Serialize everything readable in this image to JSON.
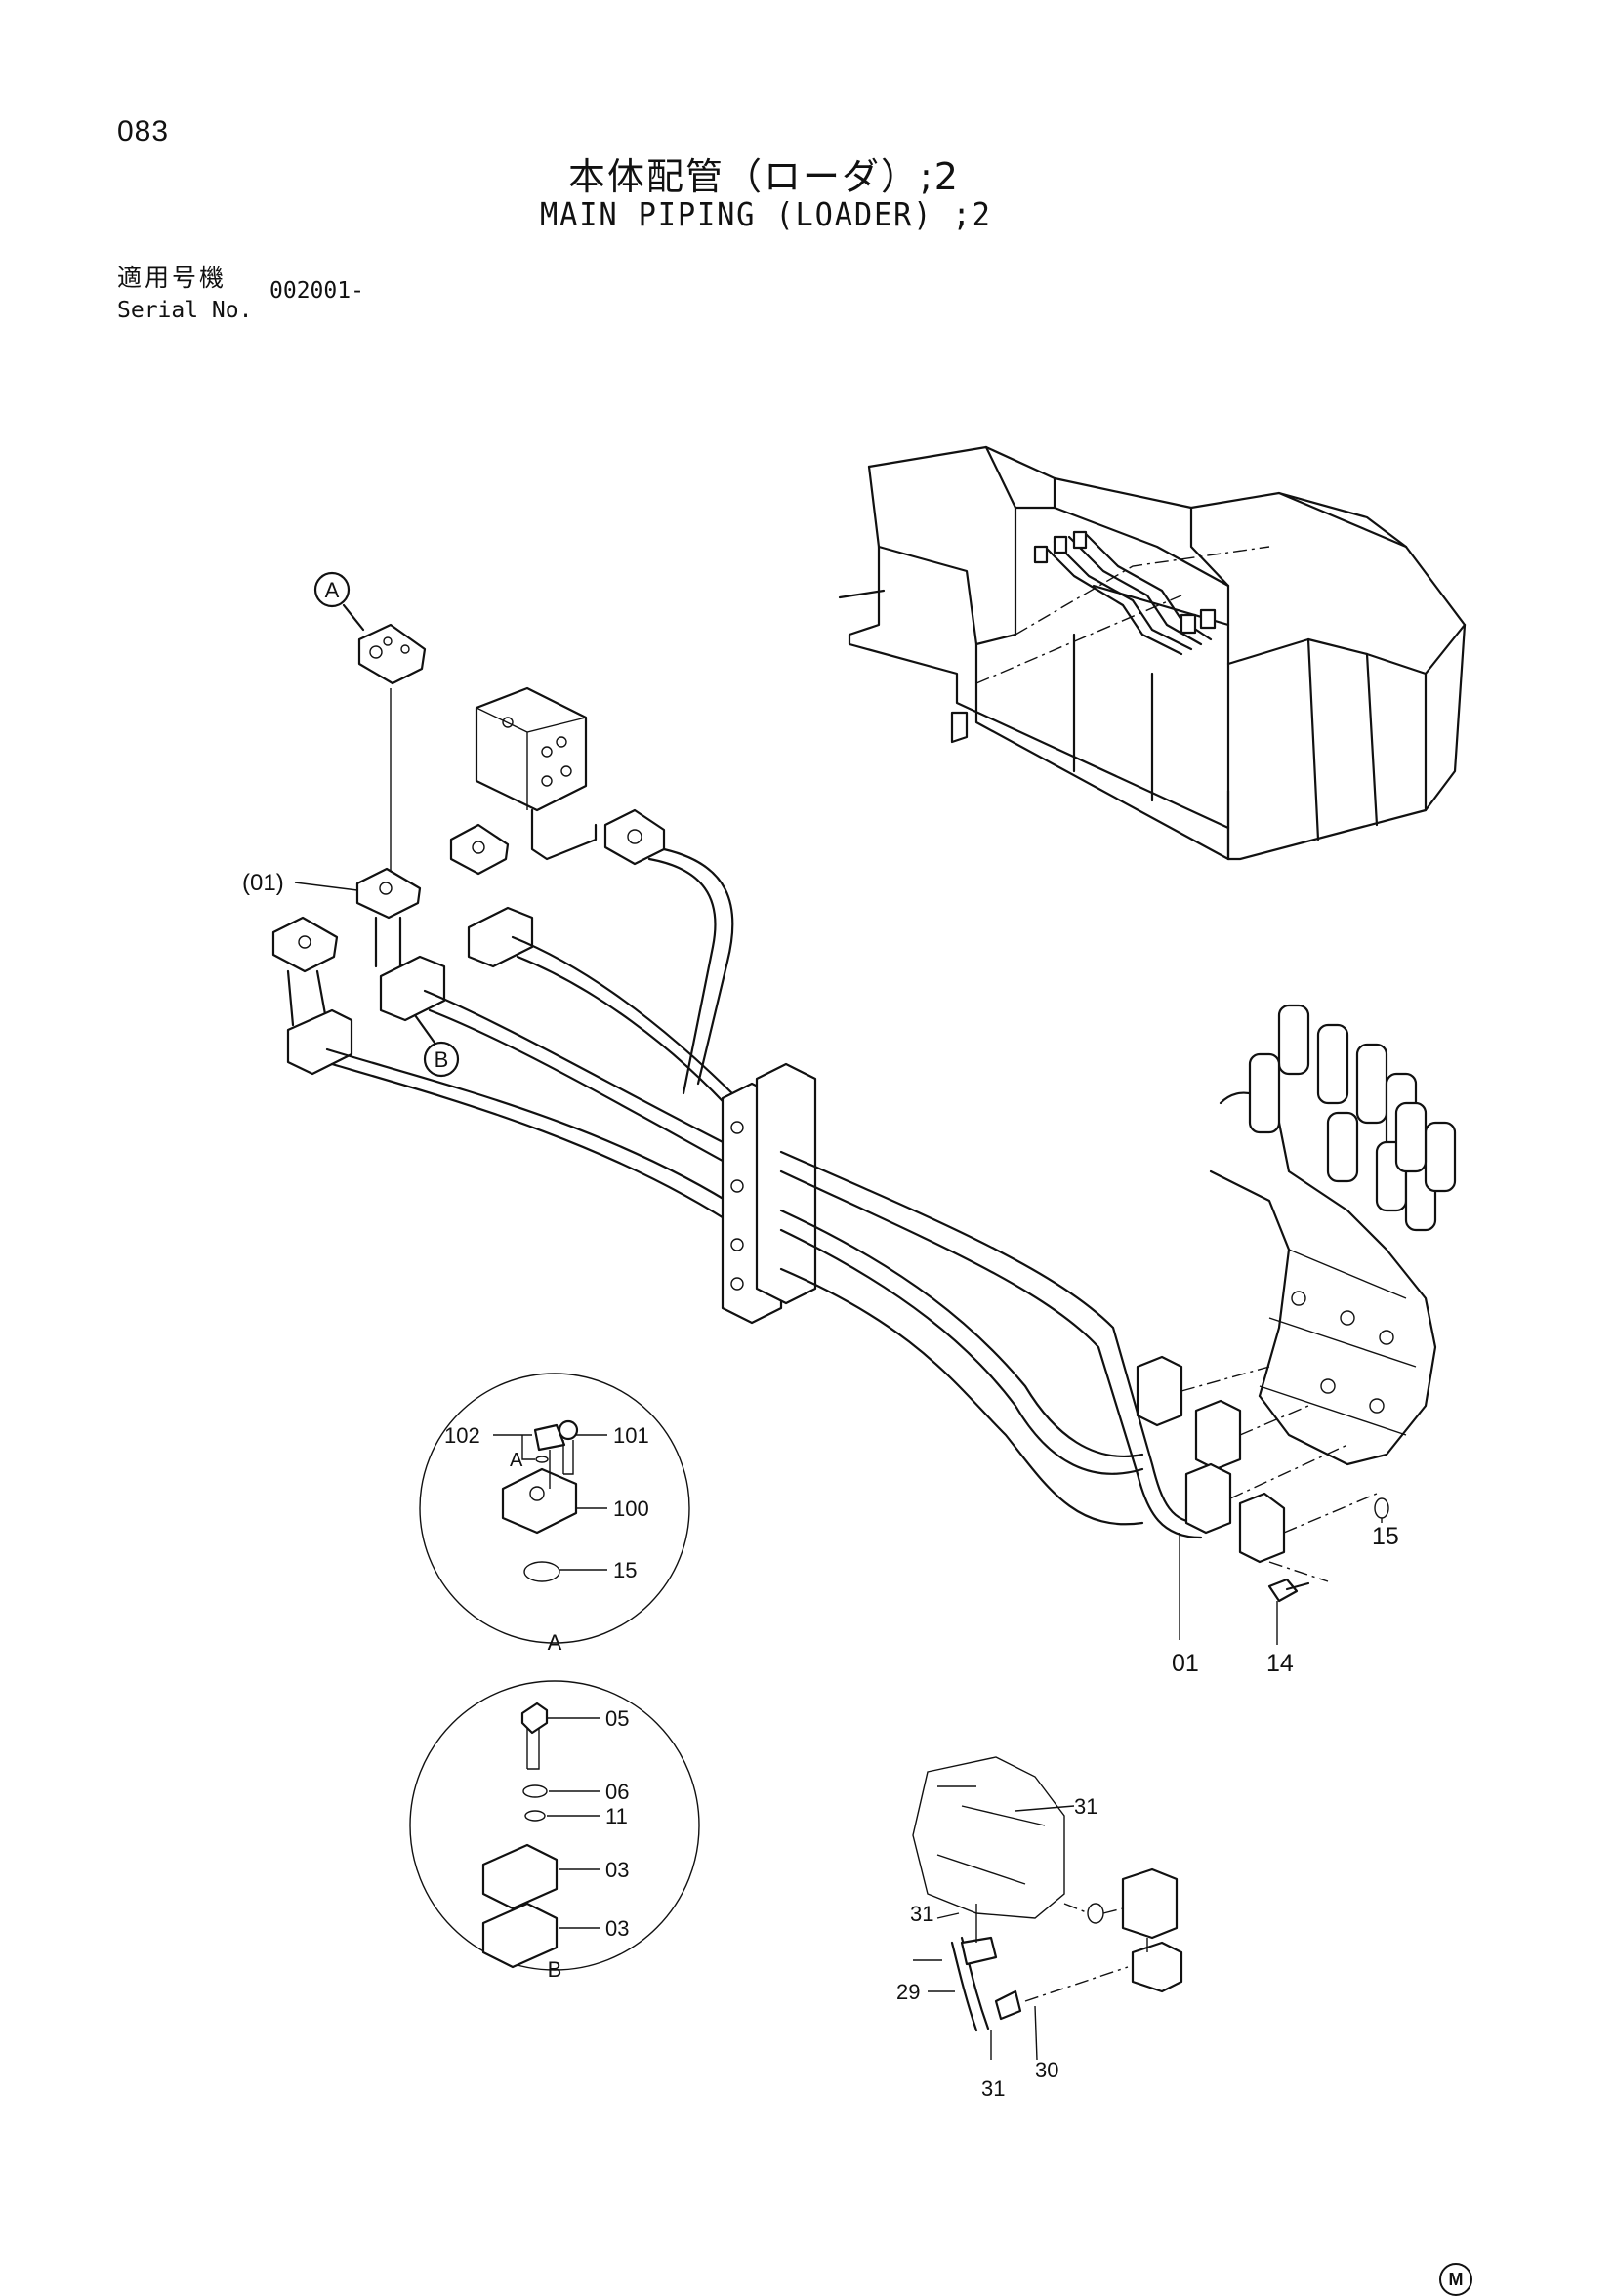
{
  "page": {
    "number": "083",
    "title_jp": "本体配管（ローダ）;2",
    "title_en": "MAIN PIPING (LOADER) ;2",
    "serial_label_jp": "適用号機",
    "serial_label_en": "Serial No.",
    "serial_value": "002001-",
    "maker_mark": "M"
  },
  "callouts": {
    "detail_a_ref": "A",
    "detail_b_ref": "B",
    "ref_01": "(01)",
    "main_01": "01",
    "main_14": "14",
    "main_15": "15"
  },
  "detail_a": {
    "label": "A",
    "sub_label": "A",
    "parts": [
      "102",
      "101",
      "100",
      "15"
    ]
  },
  "detail_b": {
    "label": "B",
    "parts": [
      "05",
      "06",
      "11",
      "03",
      "03"
    ]
  },
  "inset": {
    "parts": [
      "31",
      "31",
      "29",
      "30",
      "31"
    ]
  }
}
